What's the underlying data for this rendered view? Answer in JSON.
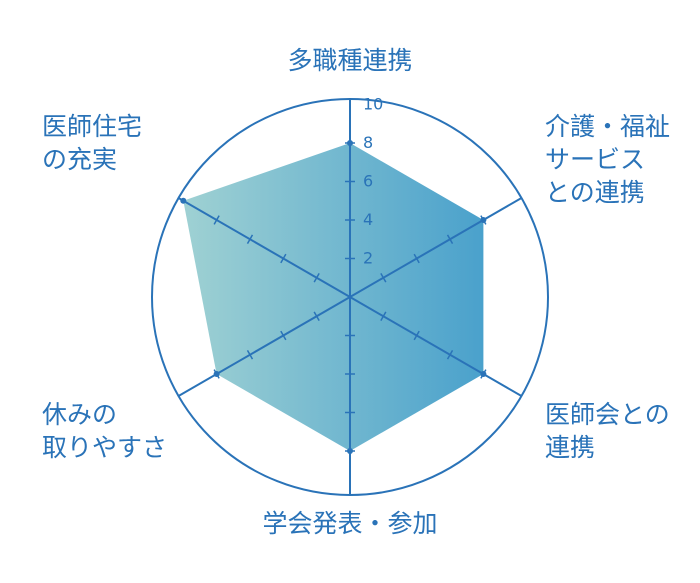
{
  "chart_data": {
    "type": "radar",
    "axes": [
      {
        "label_lines": [
          "多職種連携"
        ],
        "value": 8
      },
      {
        "label_lines": [
          "介護・福祉",
          "サービス",
          "との連携"
        ],
        "value": 8
      },
      {
        "label_lines": [
          "医師会との",
          "連携"
        ],
        "value": 8
      },
      {
        "label_lines": [
          "学会発表・参加"
        ],
        "value": 8
      },
      {
        "label_lines": [
          "休みの",
          "取りやすさ"
        ],
        "value": 8
      },
      {
        "label_lines": [
          "医師住宅",
          "の充実"
        ],
        "value": 10
      }
    ],
    "range": [
      0,
      10
    ],
    "ticks": [
      2,
      4,
      6,
      8,
      10
    ],
    "tick_labels": [
      "2",
      "4",
      "6",
      "8",
      "10"
    ],
    "grid": false,
    "colors": {
      "line": "#2a73b8",
      "text": "#2a73b8",
      "fill_start": "#9fd1d3",
      "fill_end": "#4aa1cc"
    }
  }
}
